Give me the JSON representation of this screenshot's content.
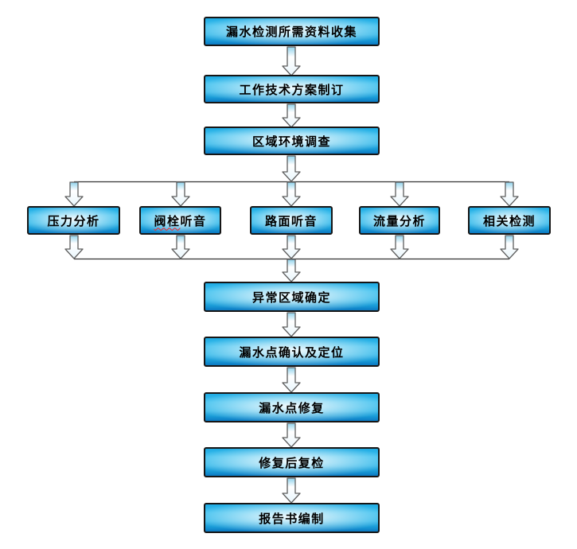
{
  "diagram": {
    "kind": "flowchart",
    "language": "zh-CN",
    "steps": {
      "collect": {
        "label": "漏水检测所需资料收集"
      },
      "plan": {
        "label": "工作技术方案制订"
      },
      "survey": {
        "label": "区域环境调查"
      },
      "abnormal": {
        "label": "异常区域确定"
      },
      "confirm": {
        "label": "漏水点确认及定位"
      },
      "repair": {
        "label": "漏水点修复"
      },
      "recheck": {
        "label": "修复后复检"
      },
      "report": {
        "label": "报告书编制"
      }
    },
    "branch_row": {
      "items": [
        {
          "label": "压力分析"
        },
        {
          "label": "阀栓听音",
          "label_marked": "阀栓",
          "label_rest": "听音",
          "note": "red spellcheck squiggle under first two characters"
        },
        {
          "label": "路面听音"
        },
        {
          "label": "流量分析"
        },
        {
          "label": "相关检测"
        }
      ]
    },
    "colors": {
      "box_fill_top": "#1fabe3",
      "box_fill_mid_highlight": "#e8f9ff",
      "box_fill_bottom": "#0b79c2",
      "box_border": "#161616",
      "arrow_outline": "#5f5f5f",
      "arrow_fill_top": "#8fd2ec",
      "arrow_fill_bottom": "#ffffff",
      "connector_line": "#333333",
      "spellcheck_squiggle": "#ff1f1f",
      "background": "#ffffff",
      "text": "#000000"
    }
  }
}
